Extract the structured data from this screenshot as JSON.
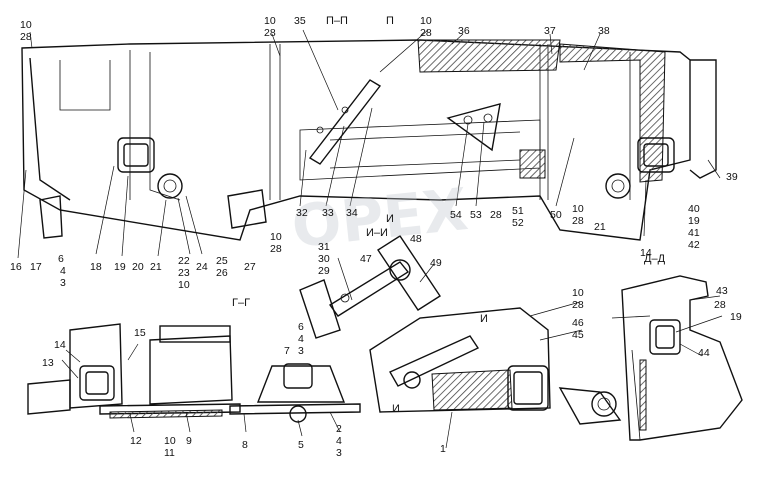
{
  "watermark": "OPEX",
  "section_marks": [
    "П–П",
    "П",
    "И–И",
    "И",
    "Г–Г",
    "Д–Д",
    "И",
    "И"
  ],
  "part_labels": [
    "10",
    "28",
    "35",
    "10",
    "28",
    "36",
    "37",
    "38",
    "10",
    "28",
    "16",
    "17",
    "18",
    "6",
    "4",
    "3",
    "19",
    "20",
    "21",
    "22",
    "23",
    "10",
    "24",
    "25",
    "26",
    "27",
    "10",
    "28",
    "32",
    "33",
    "34",
    "54",
    "53",
    "28",
    "51",
    "52",
    "50",
    "10",
    "28",
    "21",
    "14",
    "39",
    "40",
    "19",
    "41",
    "42",
    "31",
    "30",
    "29",
    "47",
    "48",
    "49",
    "10",
    "28",
    "46",
    "45",
    "6",
    "4",
    "3",
    "7",
    "14",
    "13",
    "15",
    "43",
    "28",
    "19",
    "44",
    "12",
    "10",
    "11",
    "9",
    "8",
    "5",
    "2",
    "4",
    "3",
    "1"
  ]
}
